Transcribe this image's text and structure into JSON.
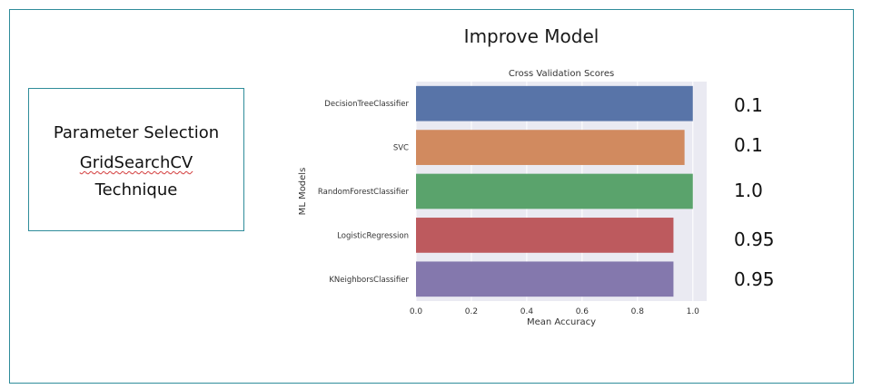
{
  "slide": {
    "title": "Improve Model",
    "box": {
      "line1": "Parameter Selection",
      "line2": "GridSearchCV",
      "line3": "Technique"
    }
  },
  "chart_data": {
    "type": "bar",
    "orientation": "horizontal",
    "title": "Cross Validation Scores",
    "xlabel": "Mean Accuracy",
    "ylabel": "ML Models",
    "xlim": [
      0,
      1.05
    ],
    "xticks": [
      "0.0",
      "0.2",
      "0.4",
      "0.6",
      "0.8",
      "1.0"
    ],
    "categories": [
      "DecisionTreeClassifier",
      "SVC",
      "RandomForestClassifier",
      "LogisticRegression",
      "KNeighborsClassifier"
    ],
    "values": [
      1.0,
      0.97,
      1.0,
      0.93,
      0.93
    ],
    "colors": [
      "#5874a8",
      "#d18a5f",
      "#5aa36c",
      "#bd5a5e",
      "#8478ad"
    ],
    "grid": true,
    "plot_background": "#eaeaf2"
  },
  "scores": [
    "0.1",
    "0.1",
    "1.0",
    "0.95",
    "0.95"
  ]
}
